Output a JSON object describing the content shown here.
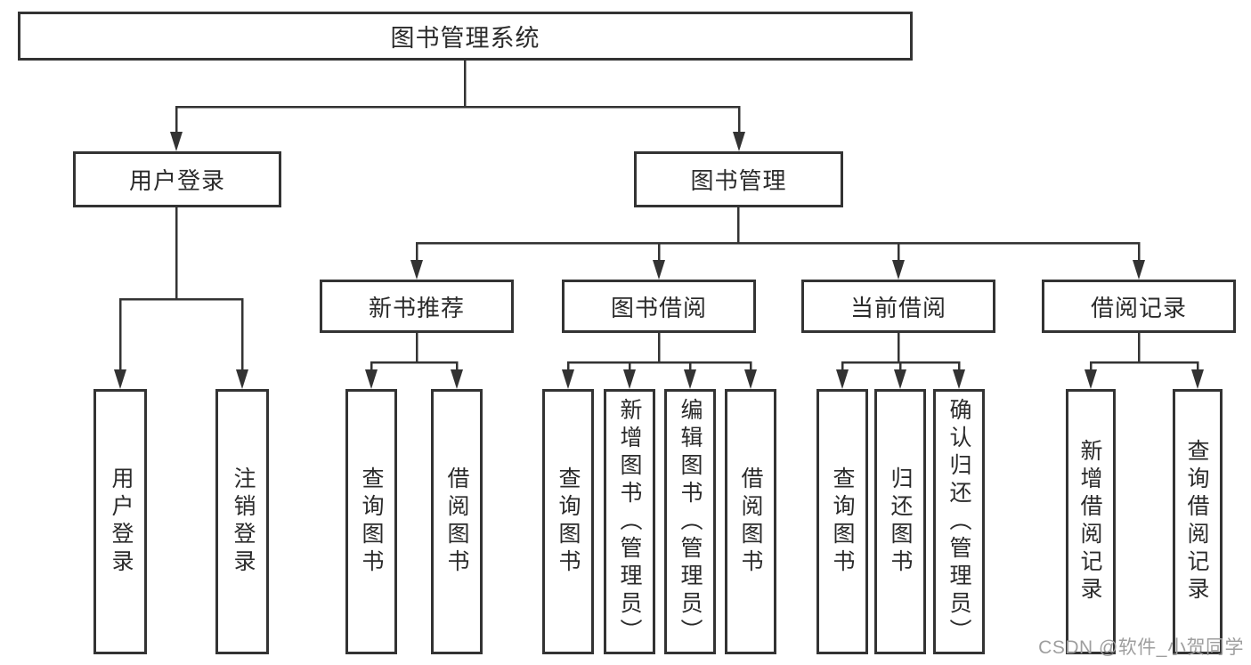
{
  "diagram": {
    "title": "图书管理系统",
    "branches": [
      {
        "label": "用户登录",
        "children": [
          {
            "label": "用户登录"
          },
          {
            "label": "注销登录"
          }
        ]
      },
      {
        "label": "图书管理",
        "children": [
          {
            "label": "新书推荐",
            "children": [
              {
                "label": "查询图书"
              },
              {
                "label": "借阅图书"
              }
            ]
          },
          {
            "label": "图书借阅",
            "children": [
              {
                "label": "查询图书"
              },
              {
                "label": "新增图书（管理员）"
              },
              {
                "label": "编辑图书（管理员）"
              },
              {
                "label": "借阅图书"
              }
            ]
          },
          {
            "label": "当前借阅",
            "children": [
              {
                "label": "查询图书"
              },
              {
                "label": "归还图书"
              },
              {
                "label": "确认归还（管理员）"
              }
            ]
          },
          {
            "label": "借阅记录",
            "children": [
              {
                "label": "新增借阅记录"
              },
              {
                "label": "查询借阅记录"
              }
            ]
          }
        ]
      }
    ]
  },
  "watermark": {
    "text": "CSDN @软件_小贺同学"
  },
  "colors": {
    "line": "#333333",
    "text": "#2b2b2b",
    "watermark": "#9e9e9e",
    "background": "#ffffff"
  }
}
